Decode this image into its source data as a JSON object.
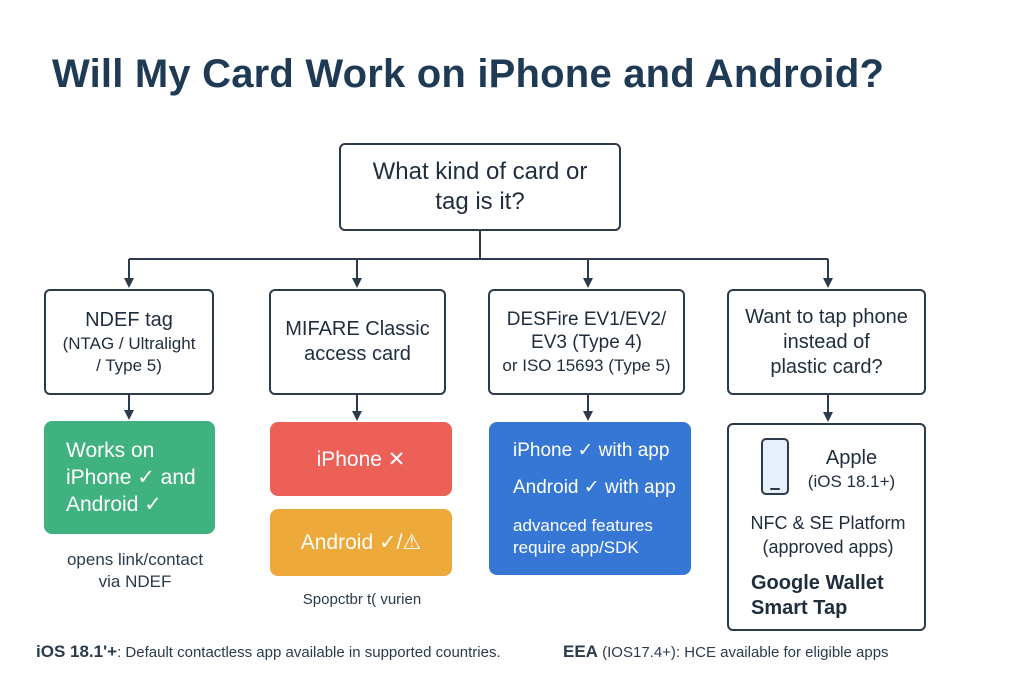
{
  "title": "Will My Card Work on iPhone and Android?",
  "root": {
    "lines": [
      "What kind of card or",
      "tag is it?"
    ]
  },
  "categories": [
    {
      "lines": [
        "NDEF tag",
        "(NTAG / Ultralight",
        "/ Type 5)"
      ]
    },
    {
      "lines": [
        "MIFARE Classic",
        "access card"
      ]
    },
    {
      "lines": [
        "DESFire EV1/EV2/",
        "EV3 (Type 4)",
        "or ISO 15693 (Type 5)"
      ]
    },
    {
      "lines": [
        "Want to tap phone",
        "instead of",
        "plastic card?"
      ]
    }
  ],
  "results": {
    "ndef": {
      "lines": [
        "Works on",
        "iPhone ✓ and",
        "Android ✓"
      ],
      "color": "#3fb27f"
    },
    "mifare_iphone": {
      "text": "iPhone ✕",
      "color": "#ec6057"
    },
    "mifare_android": {
      "text": "Android ✓/⚠",
      "color": "#eda93a"
    },
    "desfire": {
      "line1": "iPhone ✓ with app",
      "line2": "Android ✓ with app",
      "line3": [
        "advanced features",
        "require app/SDK"
      ],
      "color": "#3676d4"
    },
    "wallet": {
      "icon": "phone-icon",
      "apple": "Apple",
      "apple_sub": "(iOS 18.1+)",
      "nfc": [
        "NFC & SE Platform",
        "(approved apps)"
      ],
      "google": [
        "Google Wallet",
        "Smart Tap"
      ]
    }
  },
  "notes": {
    "ndef": [
      "opens link/contact",
      "via NDEF"
    ],
    "mifare": "Spopctbr t( vurien"
  },
  "footer": {
    "ios_label": "iOS 18.1'+",
    "ios_text": ": Default contactless app available in supported countries.",
    "eea_label": "EEA",
    "eea_paren": "(IOS17.4+)",
    "eea_text": ": HCE available for eligible apps"
  }
}
